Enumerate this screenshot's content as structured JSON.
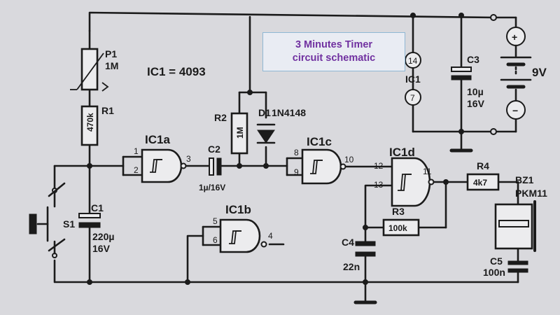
{
  "title": {
    "line1": "3 Minutes Timer",
    "line2": "circuit schematic"
  },
  "ic_note": "IC1 = 4093",
  "components": {
    "p1": {
      "ref": "P1",
      "value": "1M"
    },
    "r1": {
      "ref": "R1",
      "value": "470k"
    },
    "r2": {
      "ref": "R2",
      "value": "1M"
    },
    "r3": {
      "ref": "R3",
      "value": "100k"
    },
    "r4": {
      "ref": "R4",
      "value": "4k7"
    },
    "d1": {
      "ref": "D1",
      "value": "1N4148"
    },
    "c1": {
      "ref": "C1",
      "value": "220µ",
      "voltage": "16V"
    },
    "c2": {
      "ref": "C2",
      "value": "1µ/16V"
    },
    "c3": {
      "ref": "C3",
      "value": "10µ",
      "voltage": "16V"
    },
    "c4": {
      "ref": "C4",
      "value": "22n"
    },
    "c5": {
      "ref": "C5",
      "value": "100n"
    },
    "s1": {
      "ref": "S1"
    },
    "bz1": {
      "ref": "BZ1",
      "value": "PKM11"
    },
    "battery": {
      "voltage": "9V",
      "plus": "+",
      "minus": "−"
    }
  },
  "gates": {
    "ic1a": {
      "name": "IC1a",
      "in1": "1",
      "in2": "2",
      "out": "3"
    },
    "ic1b": {
      "name": "IC1b",
      "in1": "5",
      "in2": "6",
      "out": "4"
    },
    "ic1c": {
      "name": "IC1c",
      "in1": "8",
      "in2": "9",
      "out": "10"
    },
    "ic1d": {
      "name": "IC1d",
      "in1": "12",
      "in2": "13",
      "out": "11"
    }
  },
  "ic_power": {
    "name": "IC1",
    "vdd_pin": "14",
    "vss_pin": "7"
  }
}
